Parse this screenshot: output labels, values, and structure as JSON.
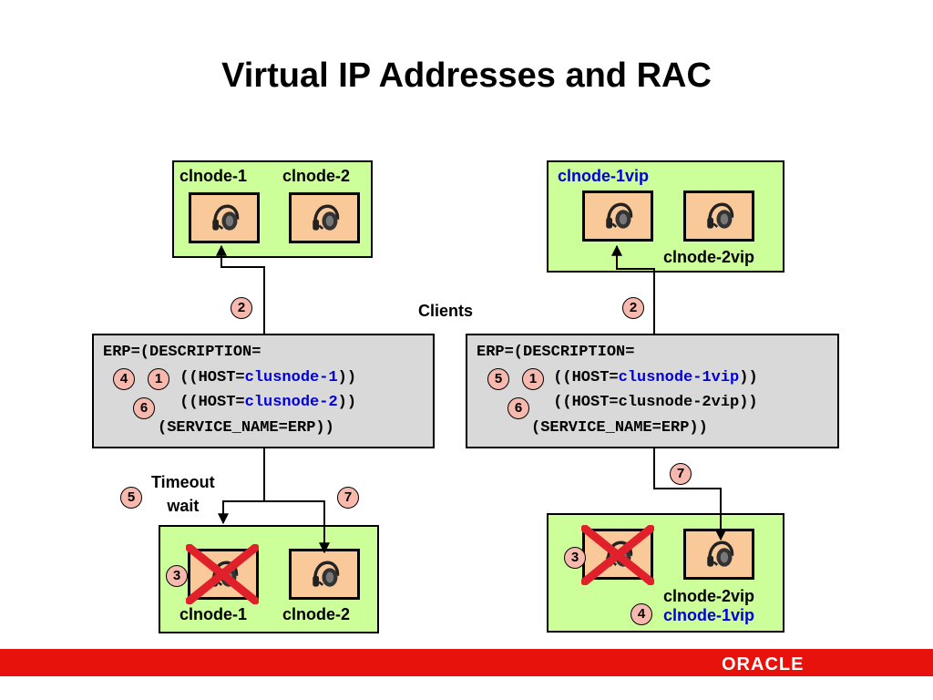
{
  "title": "Virtual IP Addresses and RAC",
  "clients_label": "Clients",
  "left_top": {
    "node1": "clnode-1",
    "node2": "clnode-2"
  },
  "right_top": {
    "vip1": "clnode-1vip",
    "vip2": "clnode-2vip"
  },
  "left_erp": {
    "line1": "ERP=(DESCRIPTION=",
    "line2_pre": " ((HOST=",
    "line2_host": "clusnode-1",
    "line2_post": "))",
    "line3_pre": " ((HOST=",
    "line3_host": "clusnode-2",
    "line3_post": "))",
    "line4": "(SERVICE_NAME=ERP))"
  },
  "right_erp": {
    "line1": "ERP=(DESCRIPTION=",
    "line2_pre": " ((HOST=",
    "line2_host": "clusnode-1vip",
    "line2_post": "))",
    "line3": " ((HOST=clusnode-2vip))",
    "line4": "(SERVICE_NAME=ERP))"
  },
  "timeout_label": "Timeout\nwait",
  "left_bottom": {
    "node1": "clnode-1",
    "node2": "clnode-2"
  },
  "right_bottom": {
    "vip2": "clnode-2vip",
    "vip1": "clnode-1vip"
  },
  "badges": {
    "left_top_2": "2",
    "right_top_2": "2",
    "left_erp_4": "4",
    "left_erp_1": "1",
    "left_erp_6": "6",
    "right_erp_5": "5",
    "right_erp_1": "1",
    "right_erp_6": "6",
    "left_5": "5",
    "left_7": "7",
    "right_7": "7",
    "left_bottom_3": "3",
    "right_bottom_3": "3",
    "right_bottom_4": "4"
  },
  "footer": {
    "brand": "ORACLE"
  },
  "colors": {
    "node_fill": "#ccff99",
    "server_fill": "#f9c99a",
    "erp_fill": "#d9d9d9",
    "badge_fill": "#f7b8ad",
    "vip_blue": "#0000dd",
    "footer_red": "#e8120c",
    "x_red": "#e0202a"
  },
  "icons": {
    "server": "headset-icon",
    "failure": "x-mark-icon"
  }
}
